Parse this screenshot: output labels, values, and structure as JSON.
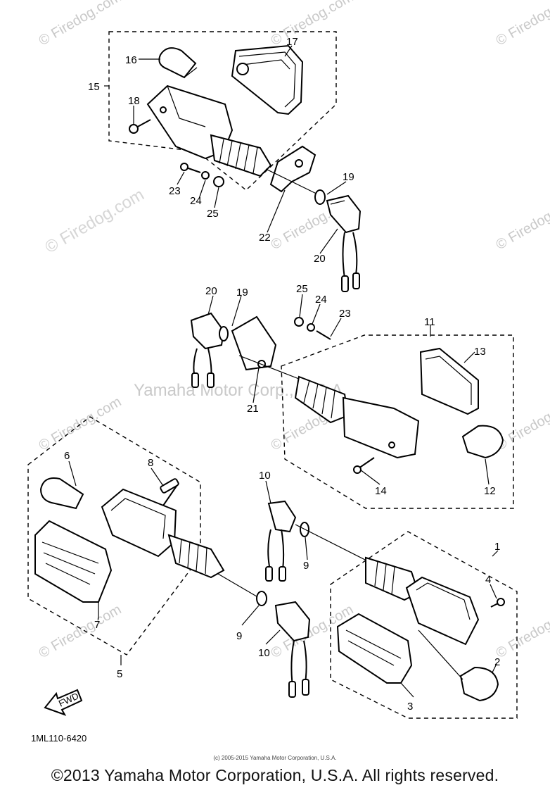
{
  "watermarks": {
    "firedog": "© Firedog.com",
    "center": "Yamaha Motor Corp., U.S.A."
  },
  "diagram_code": "1ML110-6420",
  "fwd_label": "FWD",
  "callouts": [
    "1",
    "2",
    "3",
    "4",
    "5",
    "6",
    "7",
    "8",
    "9",
    "9",
    "10",
    "10",
    "11",
    "12",
    "13",
    "14",
    "15",
    "16",
    "17",
    "18",
    "19",
    "19",
    "20",
    "20",
    "21",
    "22",
    "23",
    "23",
    "24",
    "24",
    "25",
    "25"
  ],
  "footer": {
    "small": "(c) 2005-2015 Yamaha Motor Corporation, U.S.A.",
    "main": "©2013 Yamaha Motor Corporation, U.S.A. All rights reserved."
  }
}
